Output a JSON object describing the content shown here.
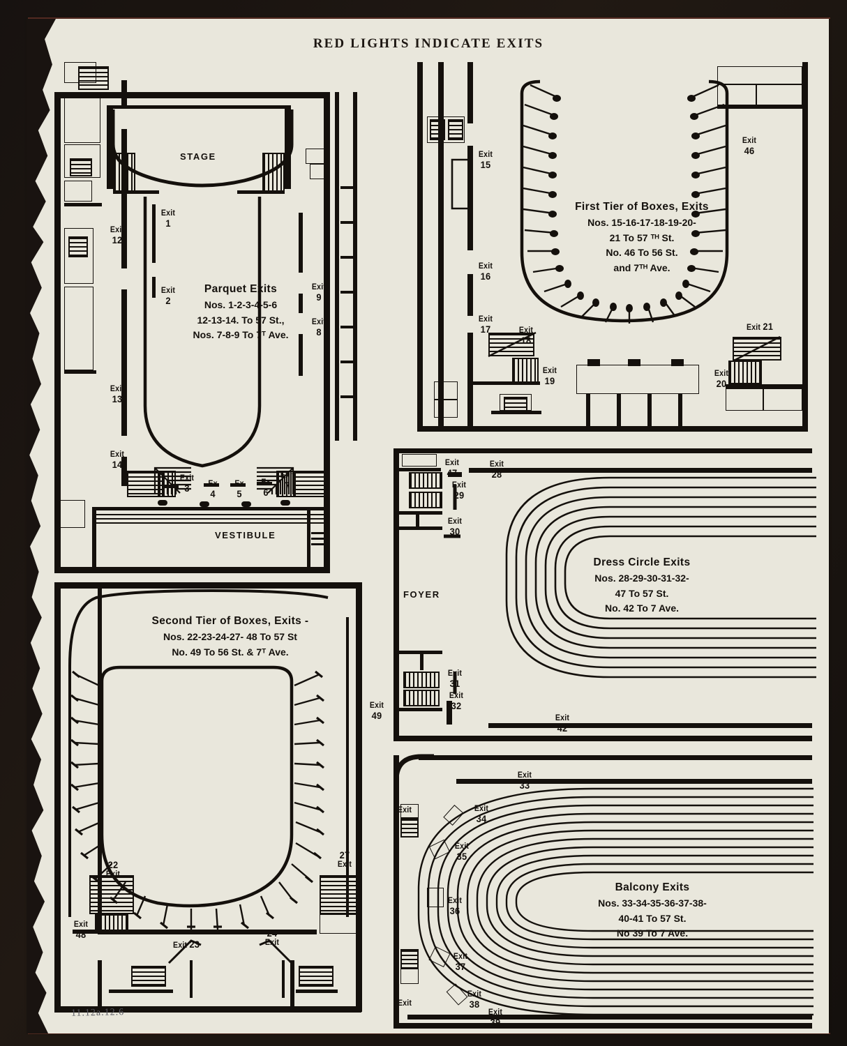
{
  "document": {
    "title": "RED LIGHTS INDICATE EXITS",
    "pencil_annotation": "11.12a.12.6"
  },
  "plans": {
    "parquet": {
      "stage_label": "STAGE",
      "vestibule_label": "VESTIBULE",
      "caption": {
        "heading": "Parquet Exits",
        "lines": [
          "Nos. 1-2-3-4-5-6",
          "12-13-14. To 57 St.,",
          "Nos. 7-8-9 To 7ᵀ Ave."
        ]
      },
      "exits": [
        {
          "word": "Exit",
          "num": "1"
        },
        {
          "word": "Exit",
          "num": "2"
        },
        {
          "word": "Exit",
          "num": "3"
        },
        {
          "word": "Ex",
          "num": "4"
        },
        {
          "word": "Ex",
          "num": "5"
        },
        {
          "word": "Ex",
          "num": "6"
        },
        {
          "word": "Exit",
          "num": "7"
        },
        {
          "word": "Exit",
          "num": "8"
        },
        {
          "word": "Exit",
          "num": "9"
        },
        {
          "word": "Exit",
          "num": "12"
        },
        {
          "word": "Exit",
          "num": "13"
        },
        {
          "word": "Exit",
          "num": "14"
        }
      ]
    },
    "first_tier": {
      "caption": {
        "heading": "First Tier of Boxes, Exits",
        "lines": [
          "Nos. 15-16-17-18-19-20-",
          "21 To 57 ᵀᴴ St.",
          "No.  46 To 56 St.",
          "and 7ᵀᴴ Ave."
        ]
      },
      "exits": [
        {
          "word": "Exit",
          "num": "15"
        },
        {
          "word": "Exit",
          "num": "16"
        },
        {
          "word": "Exit",
          "num": "17"
        },
        {
          "word": "Exit",
          "num": "18"
        },
        {
          "word": "Exit",
          "num": "19"
        },
        {
          "word": "Exit",
          "num": "20"
        },
        {
          "word": "Exit",
          "num": "21"
        },
        {
          "word": "Exit",
          "num": "46"
        }
      ]
    },
    "second_tier": {
      "caption": {
        "heading": "Second Tier of Boxes, Exits -",
        "lines": [
          "Nos. 22-23-24-27- 48 To 57 St",
          "No.  49 To 56 St. & 7ᵀ Ave."
        ]
      },
      "exits": [
        {
          "word": "Exit",
          "num": "22"
        },
        {
          "word": "Exit",
          "num": "23"
        },
        {
          "word": "Exit",
          "num": "24"
        },
        {
          "word": "Exit",
          "num": "27"
        },
        {
          "word": "Exit",
          "num": "48"
        },
        {
          "word": "Exit",
          "num": "49"
        }
      ]
    },
    "dress_circle": {
      "foyer_label": "FOYER",
      "caption": {
        "heading": "Dress Circle Exits",
        "lines": [
          "Nos. 28-29-30-31-32-",
          "47 To 57 St.",
          "No. 42 To  7 Ave."
        ]
      },
      "exits": [
        {
          "word": "Exit",
          "num": "28"
        },
        {
          "word": "Exit",
          "num": "29"
        },
        {
          "word": "Exit",
          "num": "30"
        },
        {
          "word": "Exit",
          "num": "31"
        },
        {
          "word": "Exit",
          "num": "32"
        },
        {
          "word": "Exit",
          "num": "42"
        },
        {
          "word": "Exit",
          "num": "47"
        }
      ]
    },
    "balcony": {
      "caption": {
        "heading": "Balcony Exits",
        "lines": [
          "Nos. 33-34-35-36-37-38-",
          "40-41 To 57 St.",
          "No 39 To 7 Ave."
        ]
      },
      "exits": [
        {
          "word": "Exit",
          "num": "33"
        },
        {
          "word": "Exit",
          "num": "34"
        },
        {
          "word": "Exit",
          "num": "35"
        },
        {
          "word": "Exit",
          "num": "36"
        },
        {
          "word": "Exit",
          "num": "37"
        },
        {
          "word": "Exit",
          "num": "38"
        },
        {
          "word": "Exit",
          "num": "39"
        },
        {
          "word": "Exit",
          "num": ""
        },
        {
          "word": "Exit",
          "num": ""
        }
      ]
    }
  },
  "colors": {
    "paper": "#e9e7dc",
    "ink": "#14100c",
    "scan_border": "#1a1410",
    "red_rule": "#9c4a3a"
  }
}
